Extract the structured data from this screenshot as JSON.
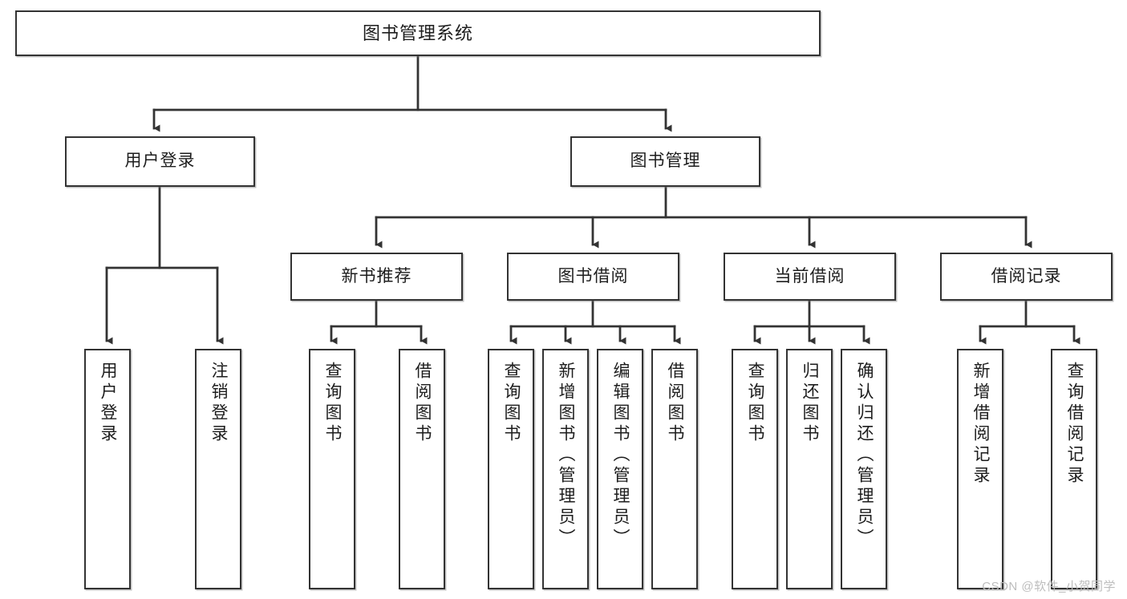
{
  "diagram": {
    "title": "图书管理系统",
    "type": "tree-hierarchy",
    "root": {
      "label": "图书管理系统"
    },
    "level2": [
      {
        "label": "用户登录"
      },
      {
        "label": "图书管理"
      }
    ],
    "level3": [
      {
        "label": "新书推荐"
      },
      {
        "label": "图书借阅"
      },
      {
        "label": "当前借阅"
      },
      {
        "label": "借阅记录"
      }
    ],
    "leaves": {
      "user_login": [
        {
          "label": "用户登录"
        },
        {
          "label": "注销登录"
        }
      ],
      "new_book_recommend": [
        {
          "label": "查询图书"
        },
        {
          "label": "借阅图书"
        }
      ],
      "book_borrow": [
        {
          "label": "查询图书"
        },
        {
          "label": "新增图书（管理员）"
        },
        {
          "label": "编辑图书（管理员）"
        },
        {
          "label": "借阅图书"
        }
      ],
      "current_borrow": [
        {
          "label": "查询图书"
        },
        {
          "label": "归还图书"
        },
        {
          "label": "确认归还（管理员）"
        }
      ],
      "borrow_record": [
        {
          "label": "新增借阅记录"
        },
        {
          "label": "查询借阅记录"
        }
      ]
    }
  },
  "watermark": {
    "text": "CSDN @软件_小贺同学"
  },
  "colors": {
    "border": "#333333",
    "background": "#ffffff",
    "text": "#1d1d1d",
    "watermark": "#bdbdbd"
  }
}
